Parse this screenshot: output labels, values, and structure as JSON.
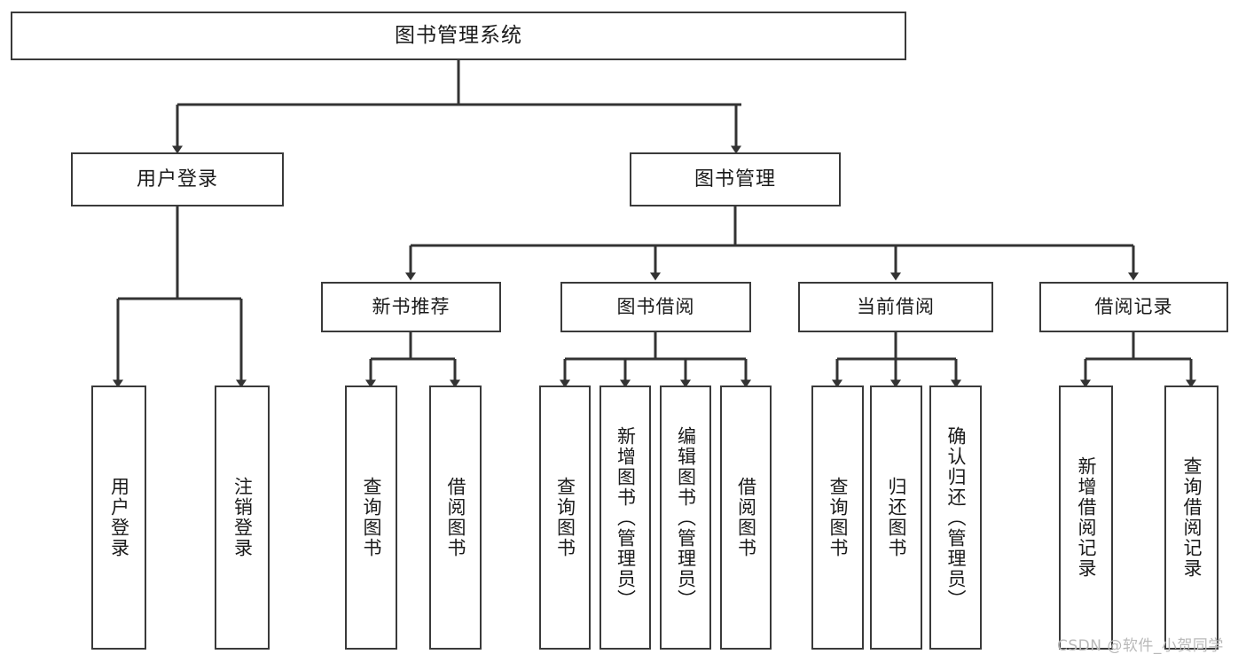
{
  "diagram": {
    "type": "tree-hierarchy",
    "title": "图书管理系统",
    "watermark": "CSDN @软件_小贺同学",
    "colors": {
      "box_border": "#3a3a3a",
      "box_fill": "#ffffff",
      "connector": "#333333",
      "text": "#1a1a1a",
      "watermark": "#b9b9b9"
    },
    "root": {
      "label": "图书管理系统"
    },
    "level2": [
      {
        "id": "user-login",
        "label": "用户登录"
      },
      {
        "id": "book-manage",
        "label": "图书管理"
      }
    ],
    "level3": [
      {
        "id": "new-book-rec",
        "label": "新书推荐"
      },
      {
        "id": "book-borrow",
        "label": "图书借阅"
      },
      {
        "id": "current-borrow",
        "label": "当前借阅"
      },
      {
        "id": "borrow-record",
        "label": "借阅记录"
      }
    ],
    "leaves": {
      "user_login": [
        {
          "id": "leaf-user-login",
          "label": "用户登录"
        },
        {
          "id": "leaf-logout",
          "label": "注销登录"
        }
      ],
      "new_book_rec": [
        {
          "id": "leaf-query-book-1",
          "label": "查询图书"
        },
        {
          "id": "leaf-borrow-book-1",
          "label": "借阅图书"
        }
      ],
      "book_borrow": [
        {
          "id": "leaf-query-book-2",
          "label": "查询图书"
        },
        {
          "id": "leaf-add-book",
          "label": "新增图书（管理员）"
        },
        {
          "id": "leaf-edit-book",
          "label": "编辑图书（管理员）"
        },
        {
          "id": "leaf-borrow-book-2",
          "label": "借阅图书"
        }
      ],
      "current_borrow": [
        {
          "id": "leaf-query-book-3",
          "label": "查询图书"
        },
        {
          "id": "leaf-return-book",
          "label": "归还图书"
        },
        {
          "id": "leaf-confirm-return",
          "label": "确认归还（管理员）"
        }
      ],
      "borrow_record": [
        {
          "id": "leaf-add-record",
          "label": "新增借阅记录"
        },
        {
          "id": "leaf-query-record",
          "label": "查询借阅记录"
        }
      ]
    }
  }
}
